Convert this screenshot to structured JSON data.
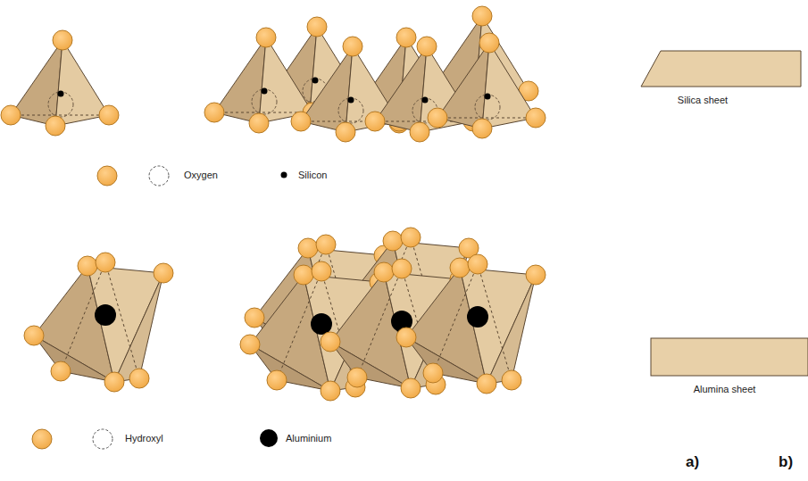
{
  "diagram": {
    "nodes": [
      {
        "text": [
          "Silica sheet"
        ]
      },
      {
        "text": [
          "Alumina sheet"
        ]
      }
    ],
    "labels": [
      "a)",
      "b)"
    ],
    "legend": [
      {
        "text": "Oxygen"
      },
      {
        "text": "Silicon"
      },
      {
        "text": "Hydroxyl"
      },
      {
        "text": "Aluminium"
      }
    ]
  }
}
